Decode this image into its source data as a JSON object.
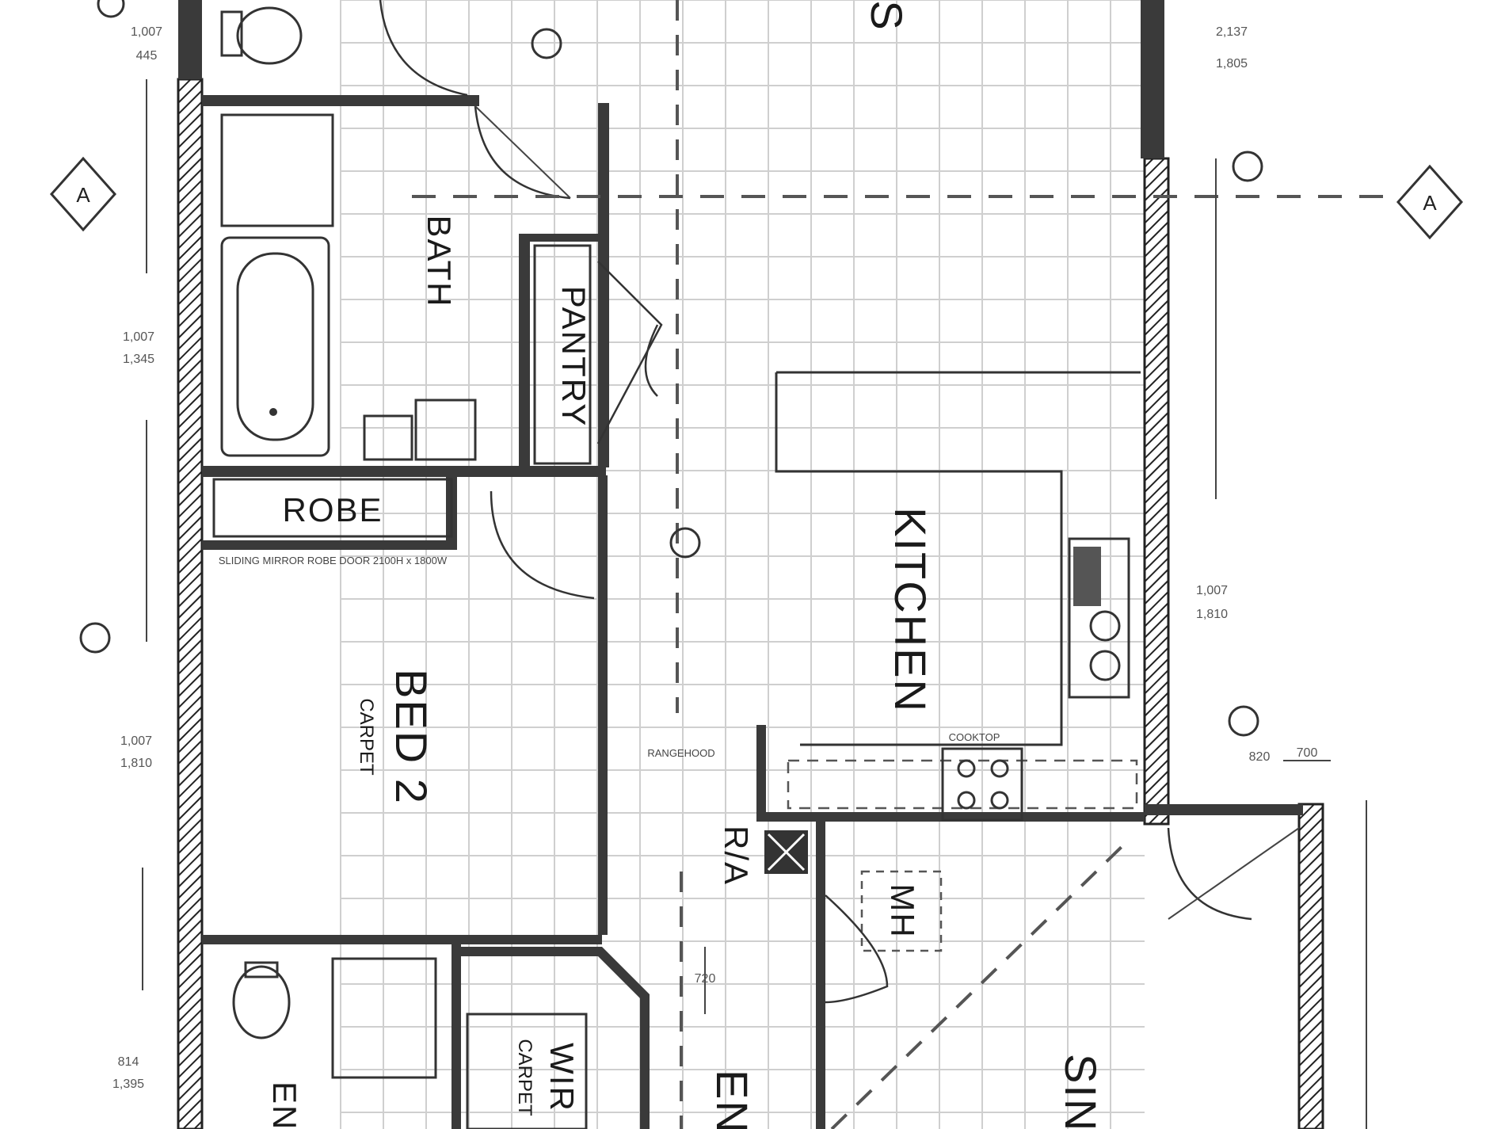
{
  "plan": {
    "rooms": {
      "bath": "BATH",
      "pantry": "PANTRY",
      "robe": "ROBE",
      "kitchen": "KITCHEN",
      "bed2": "BED 2",
      "bed2_floor": "CARPET",
      "single": "SING",
      "ens": "ENS",
      "wir": "WIR",
      "wir_floor": "CARPET",
      "entry": "EN",
      "ra": "R/A",
      "mh": "MH",
      "living_s": "S"
    },
    "section_marker": "A",
    "notes": {
      "sliding_door": "SLIDING MIRROR ROBE DOOR 2100H x 1800W",
      "cooktop": "COOKTOP",
      "rangehood": "RANGEHOOD"
    },
    "dimensions": {
      "d1": "1,007",
      "d2": "445",
      "d3": "1,007",
      "d4": "1,345",
      "d5": "1,007",
      "d6": "1,810",
      "d7": "814",
      "d8": "1,395",
      "d9": "2,137",
      "d10": "1,805",
      "d11": "1,007",
      "d12": "1,810",
      "d13": "820",
      "d14": "720",
      "d15": "700"
    }
  }
}
